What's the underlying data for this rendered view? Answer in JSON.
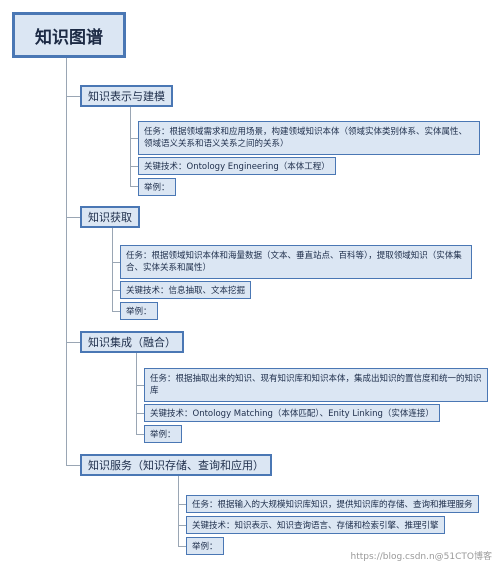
{
  "root": {
    "label": "知识图谱"
  },
  "branches": [
    {
      "label": "知识表示与建模",
      "task": "任务：根据领域需求和应用场景，构建领域知识本体（领域实体类别体系、实体属性、领域语义关系和语义关系之间的关系）",
      "tech": "关键技术：Ontology Engineering（本体工程）",
      "example": "举例："
    },
    {
      "label": "知识获取",
      "task": "任务：根据领域知识本体和海量数据（文本、垂直站点、百科等），提取领域知识（实体集合、实体关系和属性）",
      "tech": "关键技术：信息抽取、文本挖掘",
      "example": "举例："
    },
    {
      "label": "知识集成（融合）",
      "task": "任务：根据抽取出来的知识、现有知识库和知识本体，集成出知识的置信度和统一的知识库",
      "tech": "关键技术：Ontology Matching（本体匹配）、Enity Linking（实体连接）",
      "example": "举例："
    },
    {
      "label": "知识服务（知识存储、查询和应用）",
      "task": "任务：根据输入的大规模知识库知识，提供知识库的存储、查询和推理服务",
      "tech": "关键技术：知识表示、知识查询语言、存储和检索引擎、推理引擎",
      "example": "举例："
    }
  ],
  "watermark": "https://blog.csdn.n@51CTO博客"
}
